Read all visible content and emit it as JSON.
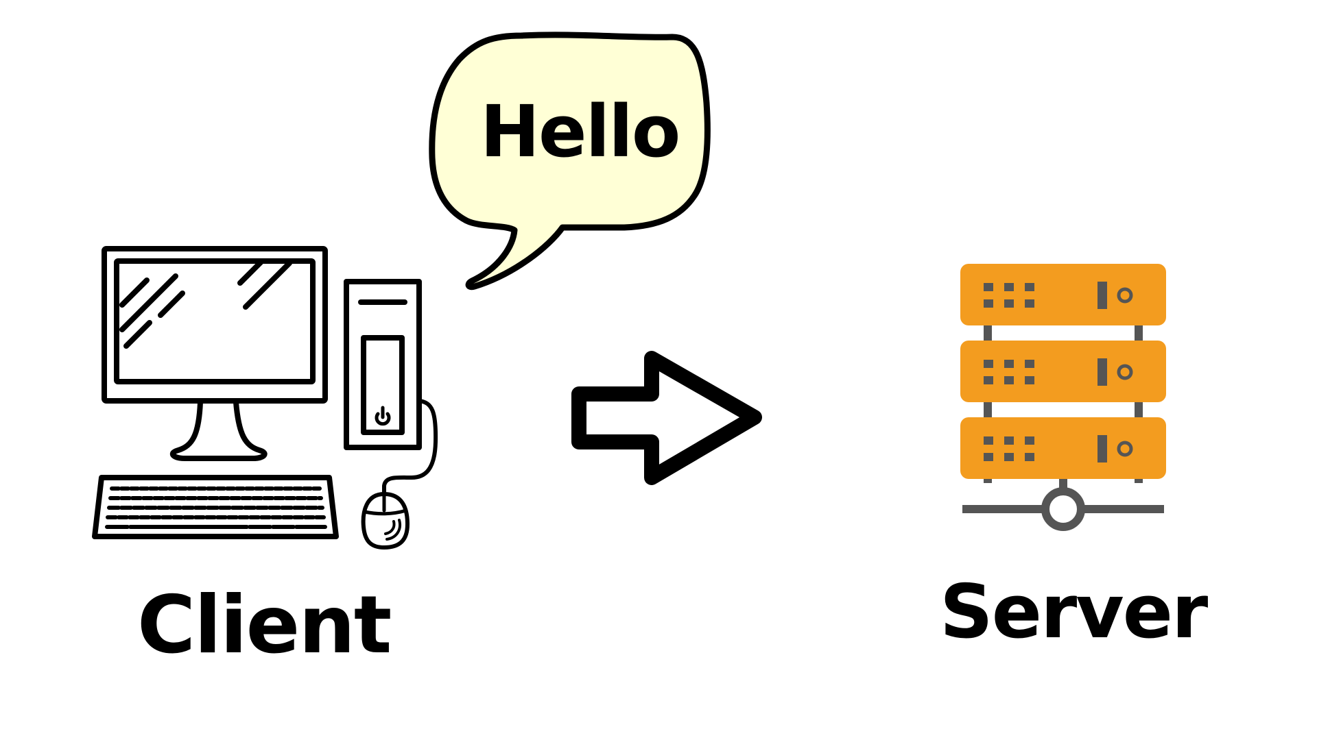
{
  "speech_bubble": {
    "text": "Hello",
    "fill_color": "#FFFFD6"
  },
  "client": {
    "label": "Client",
    "icon": "desktop-computer-icon"
  },
  "arrow": {
    "icon": "arrow-right-icon"
  },
  "server": {
    "label": "Server",
    "icon": "server-rack-icon",
    "unit_color": "#F39C1F",
    "detail_color": "#555555"
  }
}
